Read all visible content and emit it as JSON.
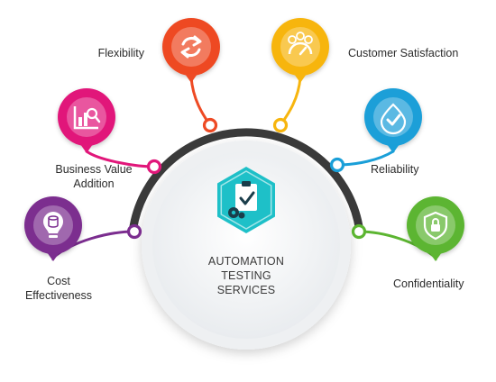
{
  "center": {
    "line1": "AUTOMATION",
    "line2": "TESTING",
    "line3": "SERVICES",
    "icon": "clipboard-check-gear-icon",
    "color": "#1ec0c8"
  },
  "features": [
    {
      "label_line1": "Flexibility",
      "label_line2": "",
      "icon": "refresh-arrows-icon",
      "color": "#ee4a24"
    },
    {
      "label_line1": "Customer Satisfaction",
      "label_line2": "",
      "icon": "satisfaction-gauge-icon",
      "color": "#f7b50e"
    },
    {
      "label_line1": "Business Value",
      "label_line2": "Addition",
      "icon": "chart-magnifier-icon",
      "color": "#e1177a"
    },
    {
      "label_line1": "Reliability",
      "label_line2": "",
      "icon": "check-drop-icon",
      "color": "#1a9fd8"
    },
    {
      "label_line1": "Cost",
      "label_line2": "Effectiveness",
      "icon": "coin-bulb-icon",
      "color": "#7b2d8f"
    },
    {
      "label_line1": "Confidentiality",
      "label_line2": "",
      "icon": "shield-lock-icon",
      "color": "#5cb531"
    }
  ],
  "arc_color": "#3a3a3a"
}
